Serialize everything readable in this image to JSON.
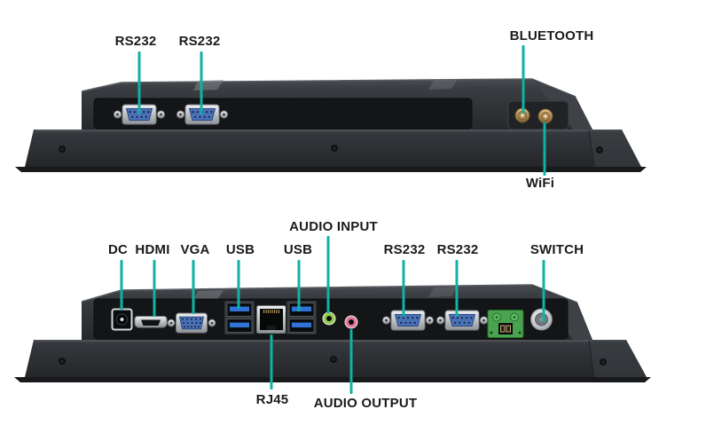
{
  "image_type": "ports-annotation-diagram",
  "colors": {
    "callout_line": "#0fb2a3",
    "label_text": "#1b1b1b",
    "connector_blue": "#4a71b8",
    "usb_blue": "#2f73d8",
    "audio_input_green": "#96c94c",
    "audio_output_pink": "#e2789c",
    "terminal_green": "#4aa34f",
    "antenna_gold": "#b18d54",
    "metal_silver": "#c3c6c9",
    "device_body": "#34373b"
  },
  "top_view": {
    "callouts": [
      {
        "id": "rs232-1",
        "text": "RS232"
      },
      {
        "id": "rs232-2",
        "text": "RS232"
      },
      {
        "id": "bluetooth",
        "text": "BLUETOOTH"
      },
      {
        "id": "wifi",
        "text": "WiFi"
      }
    ],
    "ports": [
      {
        "type": "db9-serial-port"
      },
      {
        "type": "db9-serial-port"
      },
      {
        "type": "sma-antenna-connector"
      },
      {
        "type": "sma-antenna-connector"
      }
    ]
  },
  "bottom_view": {
    "callouts": [
      {
        "id": "dc",
        "text": "DC"
      },
      {
        "id": "hdmi",
        "text": "HDMI"
      },
      {
        "id": "vga",
        "text": "VGA"
      },
      {
        "id": "usb-1",
        "text": "USB"
      },
      {
        "id": "usb-2",
        "text": "USB"
      },
      {
        "id": "audio-input",
        "text": "AUDIO INPUT"
      },
      {
        "id": "rs232-3",
        "text": "RS232"
      },
      {
        "id": "rs232-4",
        "text": "RS232"
      },
      {
        "id": "switch",
        "text": "SWITCH"
      },
      {
        "id": "rj45",
        "text": "RJ45"
      },
      {
        "id": "audio-output",
        "text": "AUDIO OUTPUT"
      }
    ],
    "ports": [
      {
        "type": "dc-jack"
      },
      {
        "type": "hdmi-port"
      },
      {
        "type": "vga-db15-port"
      },
      {
        "type": "usb-a-dual-stack"
      },
      {
        "type": "rj45-ethernet-port"
      },
      {
        "type": "usb-a-dual-stack"
      },
      {
        "type": "audio-input-jack"
      },
      {
        "type": "audio-output-jack"
      },
      {
        "type": "db9-serial-port"
      },
      {
        "type": "db9-serial-port"
      },
      {
        "type": "phoenix-terminal-block"
      },
      {
        "type": "power-switch-button"
      }
    ]
  }
}
